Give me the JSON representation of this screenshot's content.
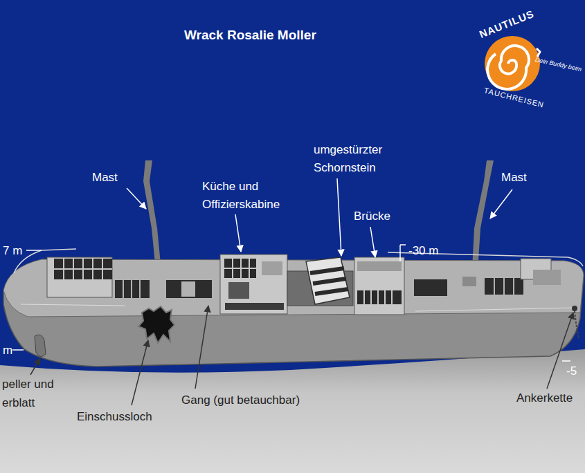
{
  "diagram": {
    "title": "Wrack Rosalie Moller",
    "labels": [
      "Mast",
      "Küche und Offizierskabine",
      "umgestürzter Schornstein",
      "Brücke",
      "Mast",
      "7 m",
      "-30 m",
      "m",
      "-5",
      "peller und",
      "erblatt",
      "Gang (gut betauchbar)",
      "Einschussloch",
      "Ankerkette",
      "NAUTILUS",
      "Dein Buddy beim",
      "TAUCHREISEN"
    ]
  }
}
